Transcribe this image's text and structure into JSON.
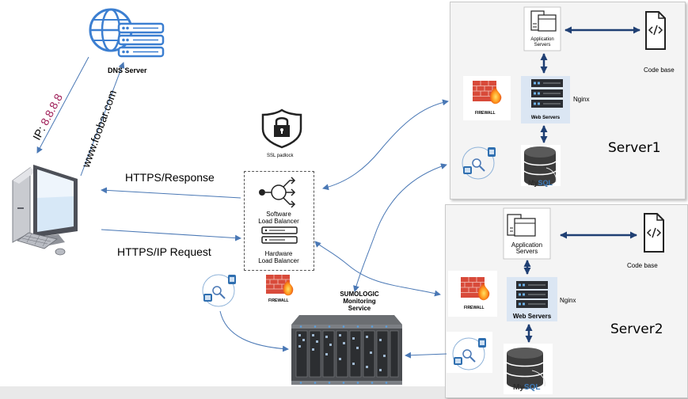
{
  "dns_server": {
    "label": "DNS Server"
  },
  "ip_label": {
    "prefix": "IP: ",
    "value": "8.8.8.8"
  },
  "domain_label": "www.foobar.com",
  "ssl": {
    "label": "SSL padlock"
  },
  "arrows": {
    "response": "HTTPS/Response",
    "request": "HTTPS/IP Request"
  },
  "load_balancer": {
    "software_line1": "Software",
    "software_line2": "Load Balancer",
    "hardware_line1": "Hardware",
    "hardware_line2": "Load Balancer"
  },
  "firewall": {
    "label": "FIREWALL"
  },
  "sumologic": {
    "line1": "SUMOLOGIC",
    "line2": "Monitoring",
    "line3": "Service"
  },
  "server1": {
    "title": "Server1",
    "app_line1": "Application",
    "app_line2": "Servers",
    "code_base": "Code base",
    "web_servers": "Web Servers",
    "nginx": "Nginx",
    "firewall": "FIREWALL",
    "mysql_my": "My",
    "mysql_sql": "SQL"
  },
  "server2": {
    "title": "Server2",
    "app_line1": "Application",
    "app_line2": "Servers",
    "code_base": "Code  base",
    "web_servers": "Web Servers",
    "nginx": "Nginx",
    "firewall": "FIREWALL",
    "mysql_my": "My",
    "mysql_sql": "SQL"
  },
  "colors": {
    "arrow": "#4a78b5",
    "ip_value": "#a0205a",
    "firewall_red": "#d84a3a",
    "webserver_bg": "#dbe6f3",
    "db_dark": "#3c3c3c"
  },
  "icons": [
    "globe-server-icon",
    "ssl-padlock-icon",
    "computer-icon",
    "network-node-icon",
    "hardware-lb-icon",
    "firewall-icon",
    "monitoring-icon",
    "rack-server-icon",
    "application-server-icon",
    "code-file-icon",
    "web-server-icon",
    "mysql-database-icon"
  ]
}
